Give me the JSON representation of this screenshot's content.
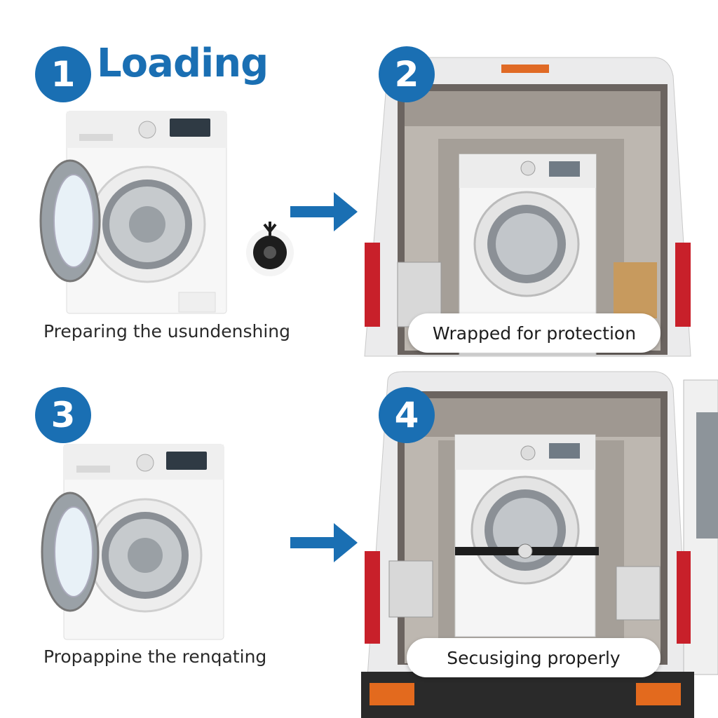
{
  "title": "Loading",
  "steps": [
    {
      "number": "1",
      "caption": "Preparing the usundenshing"
    },
    {
      "number": "2",
      "caption": "Wrapped for protection"
    },
    {
      "number": "3",
      "caption": "Propappine the renqating"
    },
    {
      "number": "4",
      "caption": "Secusiging properly"
    }
  ],
  "colors": {
    "accent": "#1a6fb3",
    "arrow": "#1a6fb3",
    "van_body": "#e9e9ea",
    "tail_light": "#c8202a"
  },
  "icons": [
    "washing-machine-icon",
    "transit-bolt-icon",
    "arrow-right-icon",
    "van-icon"
  ]
}
